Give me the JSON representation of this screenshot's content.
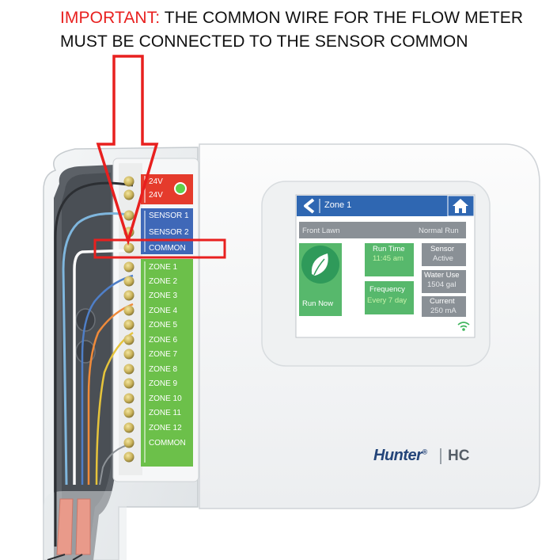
{
  "notice": {
    "important_label": "IMPORTANT:",
    "line1_rest": " THE COMMON WIRE FOR THE FLOW METER",
    "line2": "MUST BE CONNECTED TO THE SENSOR COMMON"
  },
  "terminals": {
    "power": [
      "24V",
      "24V"
    ],
    "sensors": [
      "SENSOR 1",
      "SENSOR 2",
      "COMMON"
    ],
    "zones": [
      "ZONE 1",
      "ZONE 2",
      "ZONE 3",
      "ZONE 4",
      "ZONE 5",
      "ZONE 6",
      "ZONE 7",
      "ZONE 8",
      "ZONE 9",
      "ZONE 10",
      "ZONE 11",
      "ZONE 12",
      "COMMON"
    ]
  },
  "screen": {
    "header_title": "Zone 1",
    "station_name": "Front Lawn",
    "run_mode": "Normal Run",
    "run_now_label": "Run Now",
    "run_time_label": "Run Time",
    "run_time_value": "11:45 am",
    "frequency_label": "Frequency",
    "frequency_value": "Every 7 day",
    "sensor_label": "Sensor",
    "sensor_value": "Active",
    "water_use_label": "Water Use",
    "water_use_value": "1504 gal",
    "current_label": "Current",
    "current_value": "250 mA"
  },
  "brand": {
    "name": "Hunter",
    "registered": "®",
    "model": "HC"
  },
  "colors": {
    "highlight_red": "#e8201f",
    "power_red": "#e53b2c",
    "sensor_blue": "#3f68b8",
    "zone_green": "#6cc04a",
    "screen_header_blue": "#2f67b2",
    "leaf_green": "#2f9a5a",
    "tile_green": "#57b86c",
    "tile_gray": "#8a9096"
  }
}
